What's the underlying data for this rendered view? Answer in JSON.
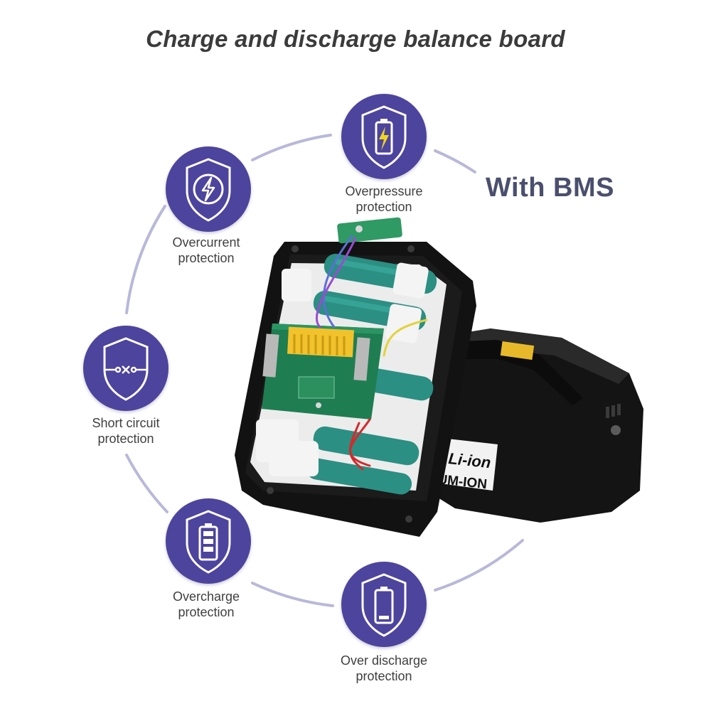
{
  "title": "Charge and discharge balance board",
  "badge": "With BMS",
  "colors": {
    "accent": "#4c449d",
    "ring": "#b9b8da",
    "title": "#3b3b3b",
    "badge": "#4b4f6e",
    "bolt": "#f0d51e"
  },
  "features": [
    {
      "line1": "Overpressure",
      "line2": "protection",
      "icon": "battery-bolt-shield-icon"
    },
    {
      "line1": "Overcurrent",
      "line2": "protection",
      "icon": "lightning-bolt-shield-icon"
    },
    {
      "line1": "Short circuit",
      "line2": "protection",
      "icon": "circuit-break-shield-icon"
    },
    {
      "line1": "Overcharge",
      "line2": "protection",
      "icon": "full-battery-shield-icon"
    },
    {
      "line1": "Over discharge",
      "line2": "protection",
      "icon": "empty-battery-shield-icon"
    }
  ],
  "product": {
    "label_1": "Li-ion",
    "label_2": "UM-ION"
  }
}
